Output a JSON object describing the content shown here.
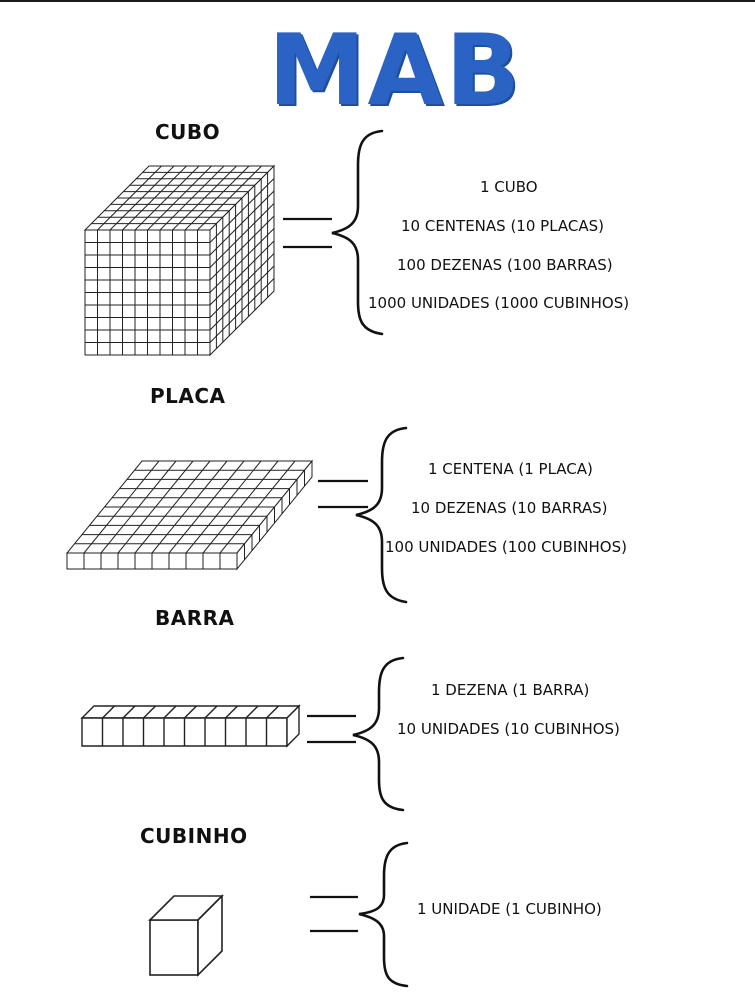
{
  "title": "MAB",
  "sections": [
    {
      "label": "CUBO",
      "lines": [
        "1 CUBO",
        "10 CENTENAS (10 PLACAS)",
        "100 DEZENAS (100 BARRAS)",
        "1000 UNIDADES (1000 CUBINHOS)"
      ]
    },
    {
      "label": "PLACA",
      "lines": [
        "1 CENTENA (1 PLACA)",
        "10 DEZENAS (10 BARRAS)",
        "100 UNIDADES (100 CUBINHOS)"
      ]
    },
    {
      "label": "BARRA",
      "lines": [
        "1 DEZENA (1 BARRA)",
        "10 UNIDADES (10 CUBINHOS)"
      ]
    },
    {
      "label": "CUBINHO",
      "lines": [
        "1 UNIDADE (1 CUBINHO)"
      ]
    }
  ]
}
